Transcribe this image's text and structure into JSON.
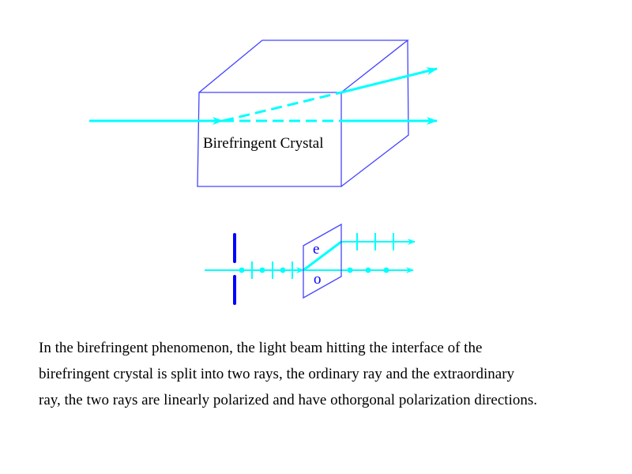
{
  "diagram": {
    "crystal_label": "Birefringent Crystal",
    "e_label": "e",
    "o_label": "o",
    "colors": {
      "beam": "#00ffff",
      "crystal": "#4444ff",
      "slit": "#0000ff",
      "text": "#000000"
    }
  },
  "caption": {
    "lines": [
      "In the birefringent phenomenon, the light beam hitting the interface of the",
      "birefringent crystal is split into two rays, the ordinary ray and the extraordinary",
      "ray, the two rays are linearly polarized and have othorgonal polarization directions."
    ]
  }
}
